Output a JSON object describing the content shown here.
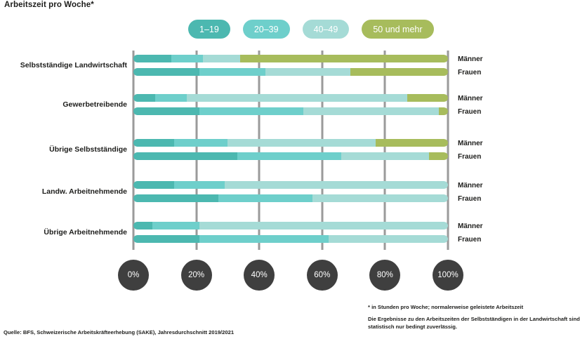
{
  "title": "Arbeitszeit pro Woche*",
  "legend": {
    "position": "top",
    "items": [
      {
        "label": "1–19",
        "color": "#4cb8b0"
      },
      {
        "label": "20–39",
        "color": "#6ecfcb"
      },
      {
        "label": "40–49",
        "color": "#a5dbd6"
      },
      {
        "label": "50 und mehr",
        "color": "#a7bc5c"
      }
    ]
  },
  "axis": {
    "ticks": [
      "0%",
      "20%",
      "40%",
      "60%",
      "80%",
      "100%"
    ],
    "tick_values": [
      0,
      20,
      40,
      60,
      80,
      100
    ],
    "tick_color": "#3f3f3f"
  },
  "sex_labels": {
    "male": "Männer",
    "female": "Frauen"
  },
  "footnotes": [
    "* in Stunden pro Woche; normalerweise geleistete Arbeitszeit",
    "Die Ergebnisse zu den Arbeitszeiten der Selbstständigen in der Landwirtschaft sind statistisch nur bedingt zuverlässig."
  ],
  "source": "Quelle: BFS, Schweizerische Arbeitskräfteerhebung (SAKE), Jahresdurchschnitt 2019/2021",
  "chart_data": {
    "type": "bar",
    "orientation": "horizontal",
    "stacked": true,
    "normalized": true,
    "title": "Arbeitszeit pro Woche*",
    "xlabel": "",
    "ylabel": "",
    "xlim": [
      0,
      100
    ],
    "grid": true,
    "legend_position": "top",
    "categories": [
      "Selbstständige Landwirtschaft",
      "Gewerbetreibende",
      "Übrige Selbstständige",
      "Landw. Arbeitnehmende",
      "Übrige Arbeitnehmende"
    ],
    "series": [
      {
        "name": "1–19",
        "color": "#4cb8b0"
      },
      {
        "name": "20–39",
        "color": "#6ecfcb"
      },
      {
        "name": "40–49",
        "color": "#a5dbd6"
      },
      {
        "name": "50 und mehr",
        "color": "#a7bc5c"
      }
    ],
    "groups": [
      {
        "category": "Selbstständige Landwirtschaft",
        "bars": [
          {
            "sex": "Männer",
            "values": [
              12,
              10,
              12,
              66
            ]
          },
          {
            "sex": "Frauen",
            "values": [
              21,
              21,
              27,
              31
            ]
          }
        ]
      },
      {
        "category": "Gewerbetreibende",
        "bars": [
          {
            "sex": "Männer",
            "values": [
              7,
              10,
              70,
              13
            ]
          },
          {
            "sex": "Frauen",
            "values": [
              21,
              33,
              43,
              3
            ]
          }
        ]
      },
      {
        "category": "Übrige Selbstständige",
        "bars": [
          {
            "sex": "Männer",
            "values": [
              13,
              17,
              47,
              23
            ]
          },
          {
            "sex": "Frauen",
            "values": [
              33,
              33,
              28,
              6
            ]
          }
        ]
      },
      {
        "category": "Landw. Arbeitnehmende",
        "bars": [
          {
            "sex": "Männer",
            "values": [
              13,
              16,
              71,
              0
            ]
          },
          {
            "sex": "Frauen",
            "values": [
              27,
              30,
              43,
              0
            ]
          }
        ]
      },
      {
        "category": "Übrige Arbeitnehmende",
        "bars": [
          {
            "sex": "Männer",
            "values": [
              6,
              15,
              79,
              0
            ]
          },
          {
            "sex": "Frauen",
            "values": [
              21,
              41,
              38,
              0
            ]
          }
        ]
      }
    ]
  }
}
